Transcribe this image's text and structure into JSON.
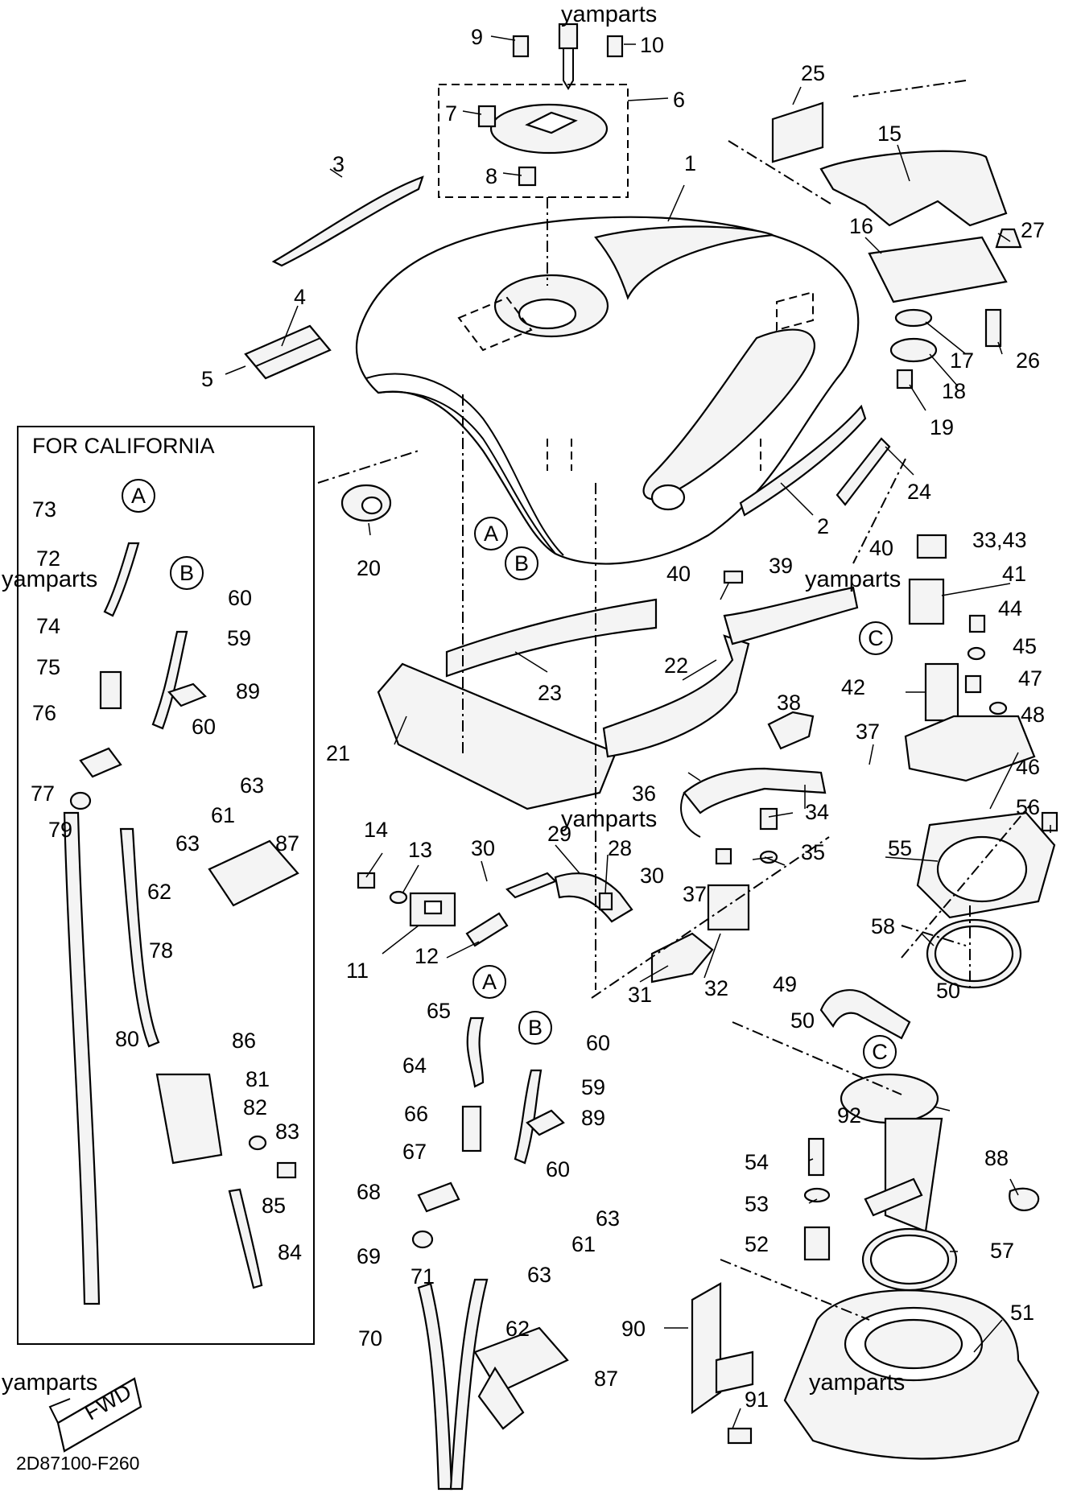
{
  "watermark": "yamparts",
  "inset_title": "FOR CALIFORNIA",
  "diagram_code": "2D87100-F260",
  "fwd_label": "FWD",
  "ref_markers": [
    "A",
    "B",
    "C"
  ],
  "part_numbers": [
    "1",
    "2",
    "3",
    "4",
    "5",
    "6",
    "7",
    "8",
    "9",
    "10",
    "11",
    "12",
    "13",
    "14",
    "15",
    "16",
    "17",
    "18",
    "19",
    "20",
    "21",
    "22",
    "23",
    "24",
    "25",
    "26",
    "27",
    "28",
    "29",
    "30",
    "31",
    "32",
    "33,43",
    "34",
    "35",
    "36",
    "37",
    "38",
    "39",
    "40",
    "41",
    "42",
    "44",
    "45",
    "46",
    "47",
    "48",
    "49",
    "50",
    "51",
    "52",
    "53",
    "54",
    "55",
    "56",
    "57",
    "58",
    "59",
    "60",
    "61",
    "62",
    "63",
    "64",
    "65",
    "66",
    "67",
    "68",
    "69",
    "70",
    "71",
    "72",
    "73",
    "74",
    "75",
    "76",
    "77",
    "78",
    "79",
    "80",
    "81",
    "82",
    "83",
    "84",
    "85",
    "86",
    "87",
    "88",
    "89",
    "90",
    "91",
    "92"
  ]
}
